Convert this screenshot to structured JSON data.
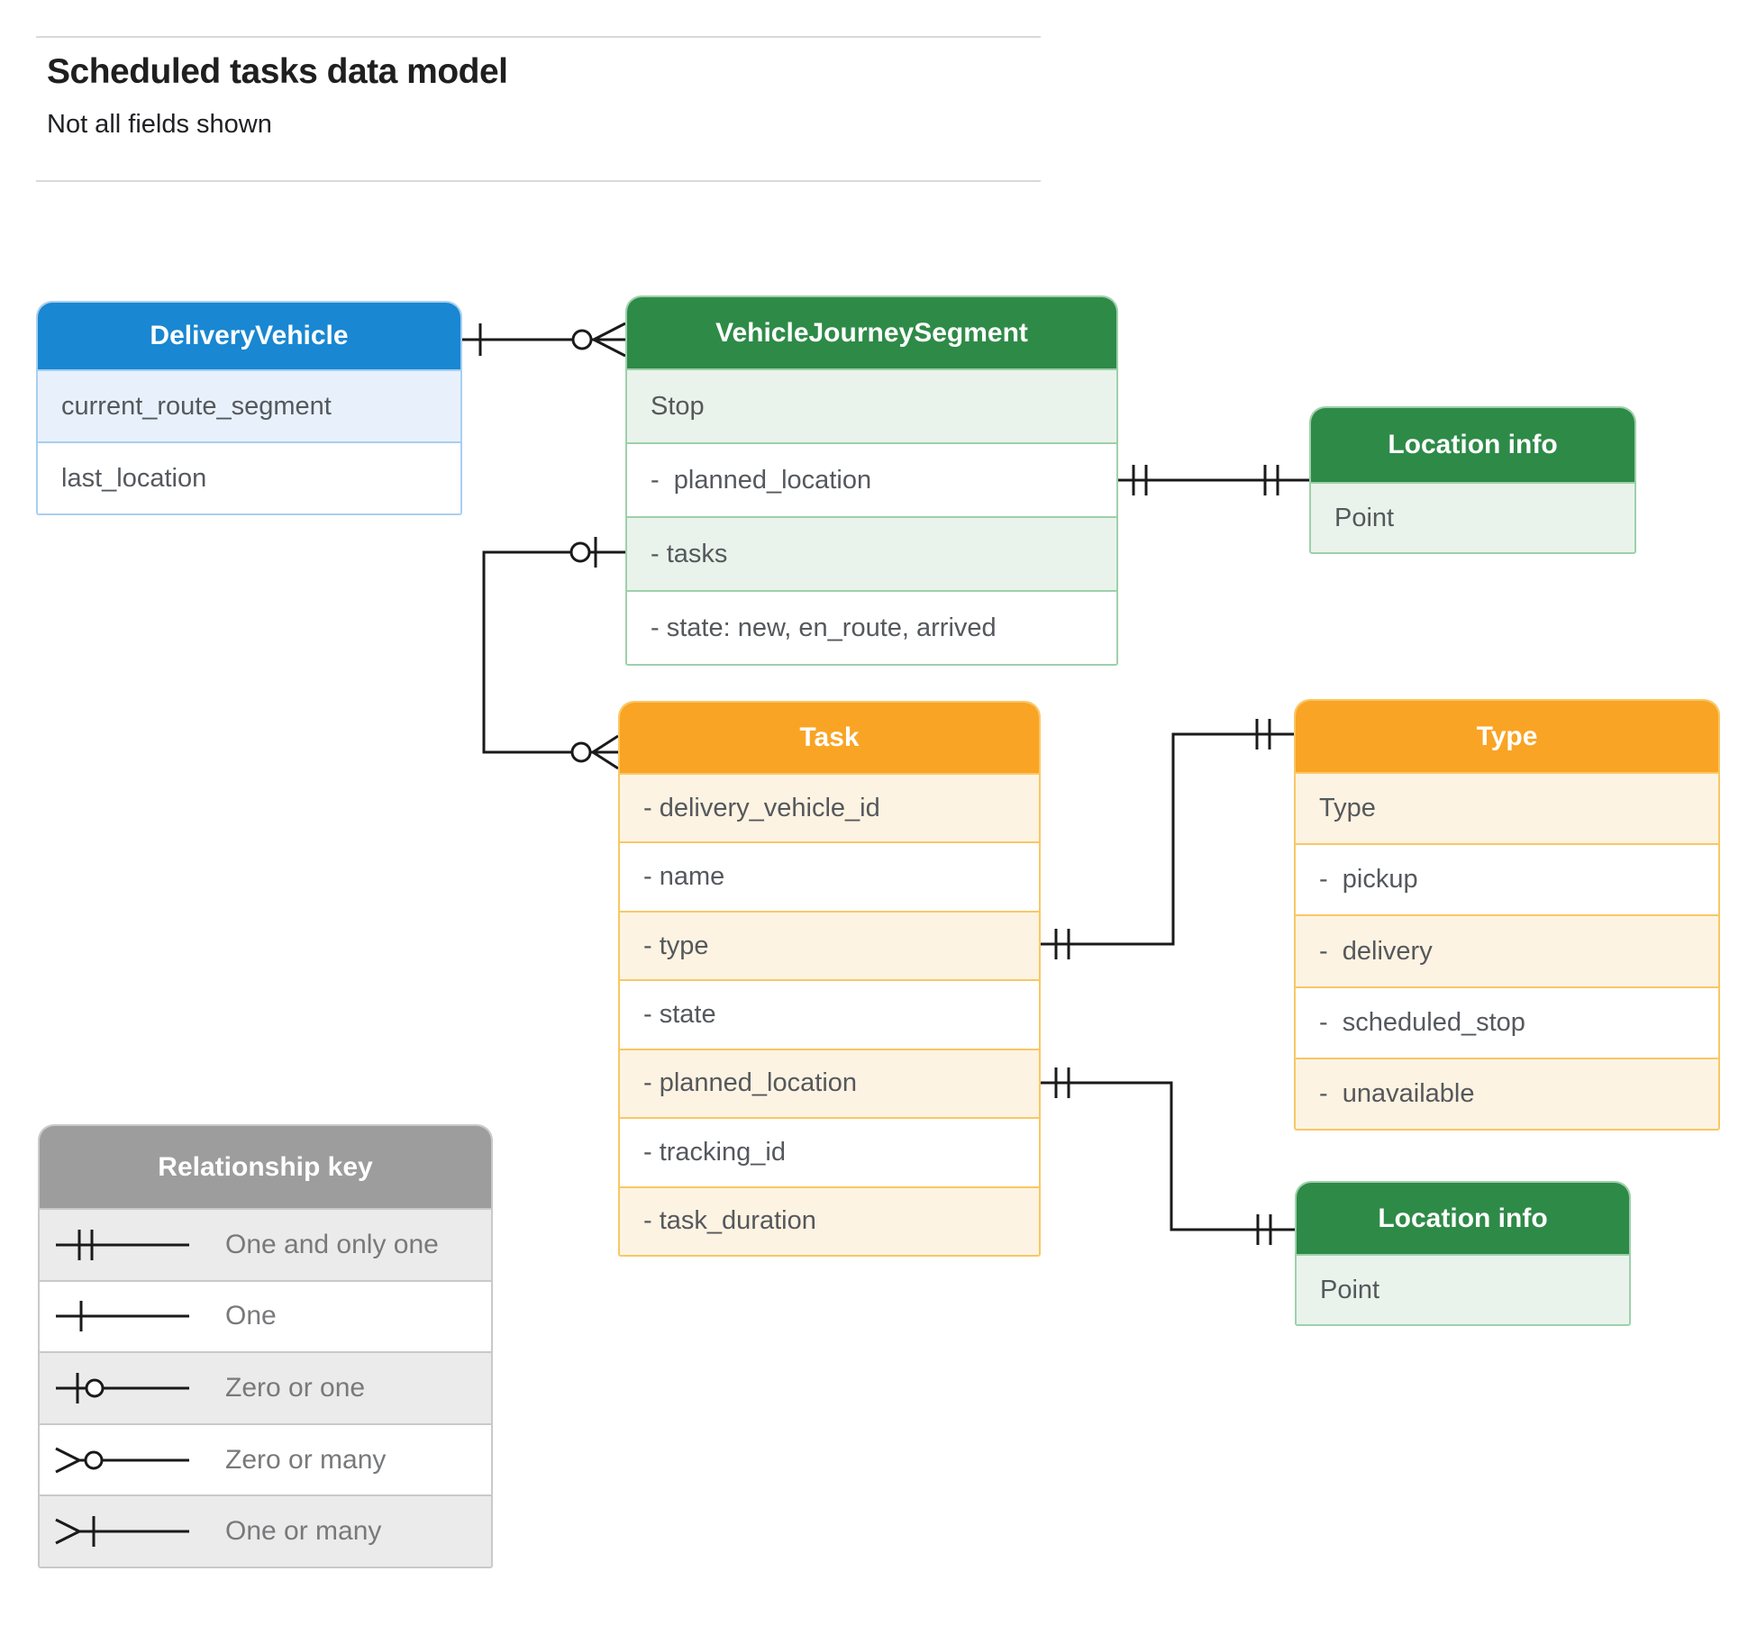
{
  "title": "Scheduled tasks data model",
  "subtitle": "Not all fields shown",
  "colors": {
    "blue_header": "#1987d1",
    "green_header": "#2e8a47",
    "orange_header": "#f9a424",
    "gray_header": "#9d9d9d",
    "connector": "#1a1a1a"
  },
  "entities": {
    "delivery_vehicle": {
      "title": "DeliveryVehicle",
      "rows": [
        "current_route_segment",
        "last_location"
      ]
    },
    "vehicle_journey_segment": {
      "title": "VehicleJourneySegment",
      "rows": [
        "Stop",
        "-  planned_location",
        "- tasks",
        "- state: new, en_route, arrived"
      ]
    },
    "location_info_top": {
      "title": "Location info",
      "rows": [
        "Point"
      ]
    },
    "task": {
      "title": "Task",
      "rows": [
        "- delivery_vehicle_id",
        "- name",
        "- type",
        "- state",
        "- planned_location",
        "- tracking_id",
        "- task_duration"
      ]
    },
    "type": {
      "title": "Type",
      "rows": [
        "Type",
        "-  pickup",
        "-  delivery",
        "-  scheduled_stop",
        "-  unavailable"
      ]
    },
    "location_info_bottom": {
      "title": "Location info",
      "rows": [
        "Point"
      ]
    }
  },
  "relationships": [
    {
      "from": "DeliveryVehicle",
      "from_cardinality": "one",
      "to": "VehicleJourneySegment",
      "to_cardinality": "zero-or-many"
    },
    {
      "from": "VehicleJourneySegment.planned_location",
      "from_cardinality": "one-and-only-one",
      "to": "Location info",
      "to_cardinality": "one-and-only-one"
    },
    {
      "from": "VehicleJourneySegment.tasks",
      "from_cardinality": "zero-or-one",
      "to": "Task",
      "to_cardinality": "zero-or-many"
    },
    {
      "from": "Task.type",
      "from_cardinality": "one-and-only-one",
      "to": "Type",
      "to_cardinality": "one-and-only-one"
    },
    {
      "from": "Task.planned_location",
      "from_cardinality": "one-and-only-one",
      "to": "Location info",
      "to_cardinality": "one-and-only-one"
    }
  ],
  "legend": {
    "title": "Relationship key",
    "items": [
      {
        "symbol": "one-and-only-one",
        "label": "One and only one"
      },
      {
        "symbol": "one",
        "label": "One"
      },
      {
        "symbol": "zero-or-one",
        "label": "Zero or one"
      },
      {
        "symbol": "zero-or-many",
        "label": "Zero or many"
      },
      {
        "symbol": "one-or-many",
        "label": "One or many"
      }
    ]
  }
}
